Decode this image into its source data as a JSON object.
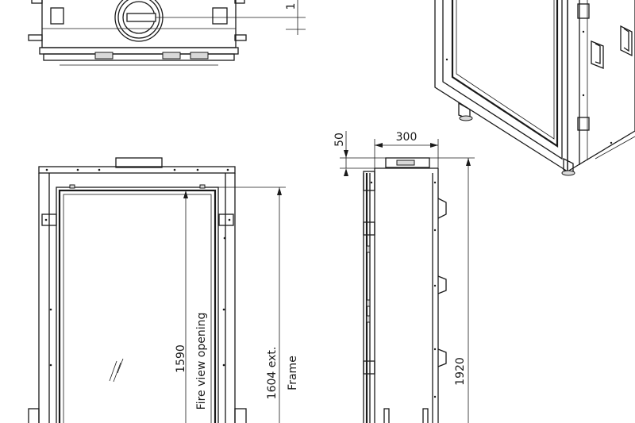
{
  "front_view": {
    "fire_view_height": "1590",
    "fire_view_label": "Fire view opening",
    "frame_height": "1604 ext.",
    "frame_label": "Frame"
  },
  "side_view": {
    "depth": "300",
    "flue_offset": "50",
    "total_height": "1920"
  },
  "top_view": {
    "partial_dimension": "1"
  }
}
